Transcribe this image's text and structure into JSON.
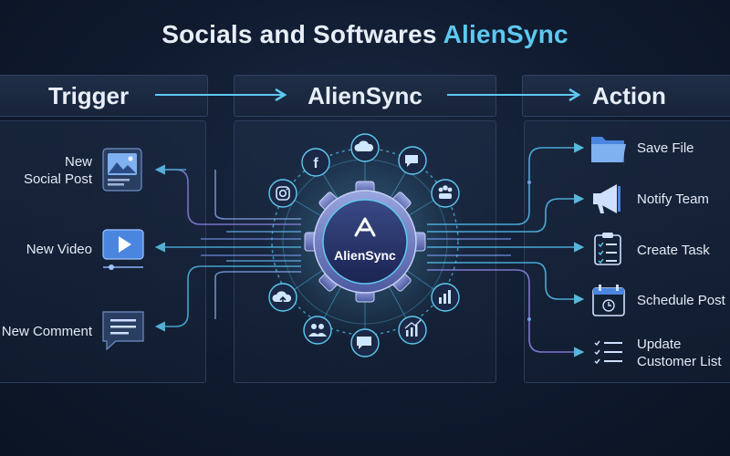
{
  "title": {
    "main": "Socials and Softwares",
    "accent": "AlienSync"
  },
  "headers": {
    "trigger": "Trigger",
    "center": "AlienSync",
    "action": "Action"
  },
  "hub": {
    "label": "AlienSync"
  },
  "triggers": [
    {
      "line1": "New",
      "line2": "Social Post"
    },
    {
      "line1": "New Video"
    },
    {
      "line1": "New Comment"
    }
  ],
  "actions": [
    {
      "line1": "Save File"
    },
    {
      "line1": "Notify Team"
    },
    {
      "line1": "Create Task"
    },
    {
      "line1": "Schedule Post"
    },
    {
      "line1": "Update",
      "line2": "Customer List"
    }
  ],
  "icons": {
    "ring": [
      "facebook-icon",
      "cloud-icon",
      "chat-icon",
      "team-icon",
      "bar-chart-icon",
      "trend-chart-icon",
      "message-icon",
      "users-icon",
      "cloud-upload-icon",
      "instagram-icon"
    ],
    "triggers": [
      "image-post-icon",
      "video-icon",
      "comment-icon"
    ],
    "actions": [
      "folder-icon",
      "megaphone-icon",
      "checklist-icon",
      "calendar-icon",
      "list-icon"
    ]
  },
  "colors": {
    "accent": "#5ec8f0",
    "background": "#0f1a2e",
    "panel": "#1c2b44",
    "line": "#4fb8e6",
    "hub": "#6b78c4"
  }
}
